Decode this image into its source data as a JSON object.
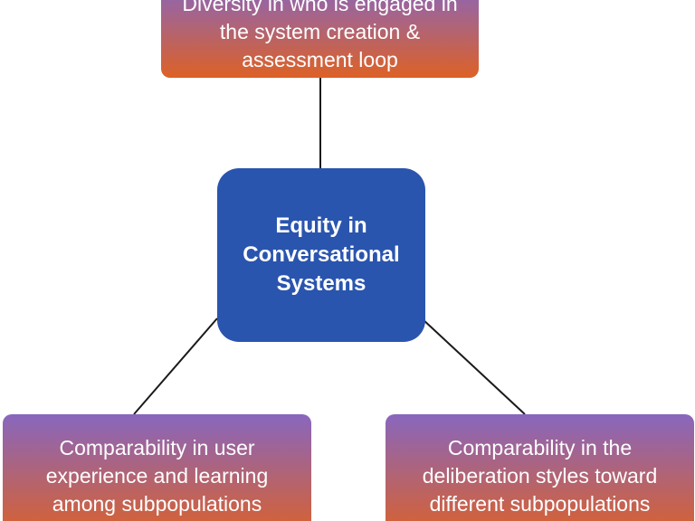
{
  "diagram": {
    "center": {
      "label": "Equity in Conversational Systems",
      "color": "#2a55ae"
    },
    "nodes": [
      {
        "id": "top",
        "label": "Diversity in who is engaged in the system creation & assessment loop"
      },
      {
        "id": "bottom-left",
        "label": "Comparability in user experience and learning among subpopulations"
      },
      {
        "id": "bottom-right",
        "label": "Comparability in the deliberation styles toward different subpopulations"
      }
    ],
    "node_gradient": {
      "top_color": "#8866be",
      "bottom_color": "#dd6126"
    },
    "connector_color": "#1a1a1a"
  }
}
